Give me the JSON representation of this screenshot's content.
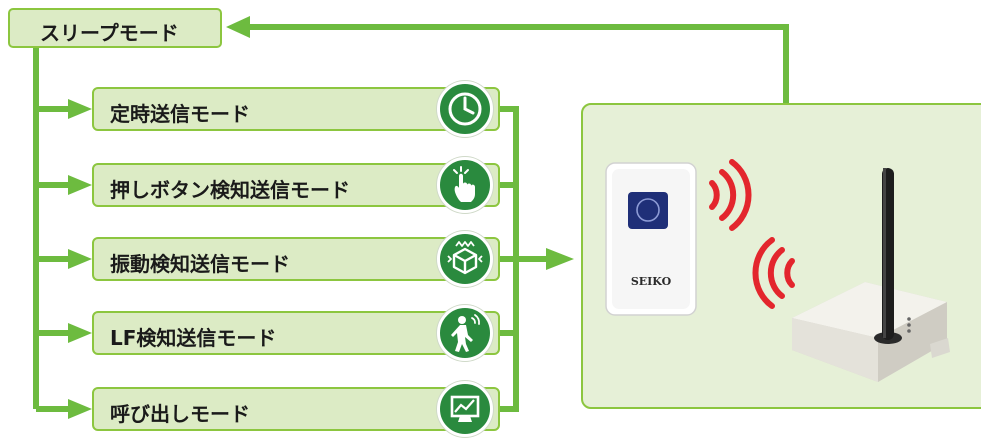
{
  "sleep_mode": {
    "label": "スリープモード"
  },
  "modes": [
    {
      "label": "定時送信モード",
      "icon": "clock-icon"
    },
    {
      "label": "押しボタン検知送信モード",
      "icon": "pointing-hand-icon"
    },
    {
      "label": "振動検知送信モード",
      "icon": "vibrating-box-icon"
    },
    {
      "label": "LF検知送信モード",
      "icon": "walking-person-icon"
    },
    {
      "label": "呼び出しモード",
      "icon": "monitor-chart-icon"
    }
  ],
  "device": {
    "brand": "SEIKO"
  },
  "colors": {
    "line": "#6dbb3f",
    "box_fill": "#dcebc5",
    "box_border": "#8cc63f",
    "icon_bg": "#2a8a3e",
    "signal": "#e3262d",
    "panel_fill": "#e6f0d7"
  }
}
